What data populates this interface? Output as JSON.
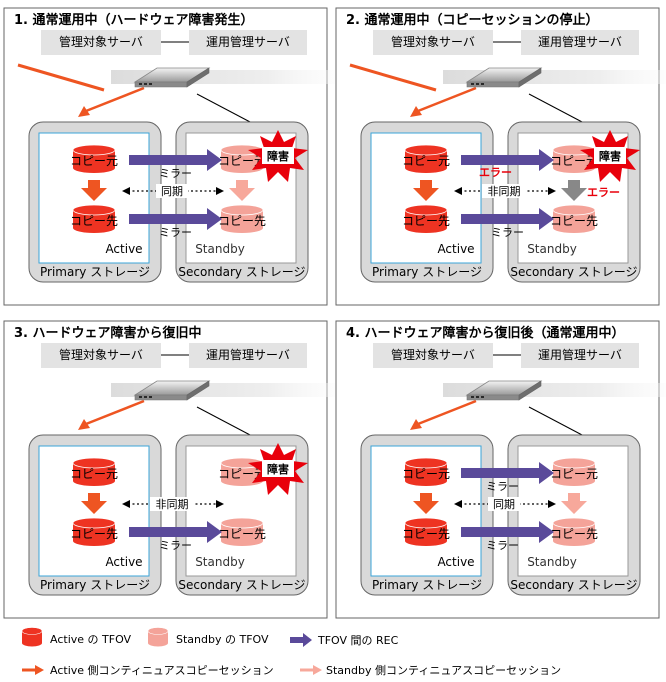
{
  "colors": {
    "active_fill": "#ee3322",
    "standby_fill": "#f4a399",
    "rec_arrow": "#5a4a9a",
    "active_session": "#ee5522",
    "standby_session": "#f7a89b",
    "panel_border": "#555555",
    "server_fill": "#e3e3e3",
    "error_text": "#e8000b",
    "fault_burst": "#e8000b",
    "primary_inner_border": "#3aa4d8"
  },
  "common": {
    "manager_server": "管理対象サーバ",
    "ops_server": "運用管理サーバ",
    "primary_storage": "Primary ストレージ",
    "secondary_storage": "Secondary ストレージ",
    "active": "Active",
    "standby": "Standby",
    "copy_source": "コピー元",
    "copy_dest": "コピー先",
    "mirror": "ミラー",
    "sync": "同期",
    "async": "非同期",
    "fault": "障害",
    "error": "エラー"
  },
  "panels": [
    {
      "title": "1. 通常運用中（ハードウェア障害発生）"
    },
    {
      "title": "2. 通常運用中（コピーセッションの停止）"
    },
    {
      "title": "3. ハードウェア障害から復旧中"
    },
    {
      "title": "4. ハードウェア障害から復旧後（通常運用中）"
    }
  ],
  "legend": {
    "active_tfov": "Active の TFOV",
    "standby_tfov": "Standby の TFOV",
    "tfov_rec": "TFOV 間の REC",
    "active_session": "Active 側コンティニュアスコピーセッション",
    "standby_session": "Standby 側コンティニュアスコピーセッション"
  }
}
